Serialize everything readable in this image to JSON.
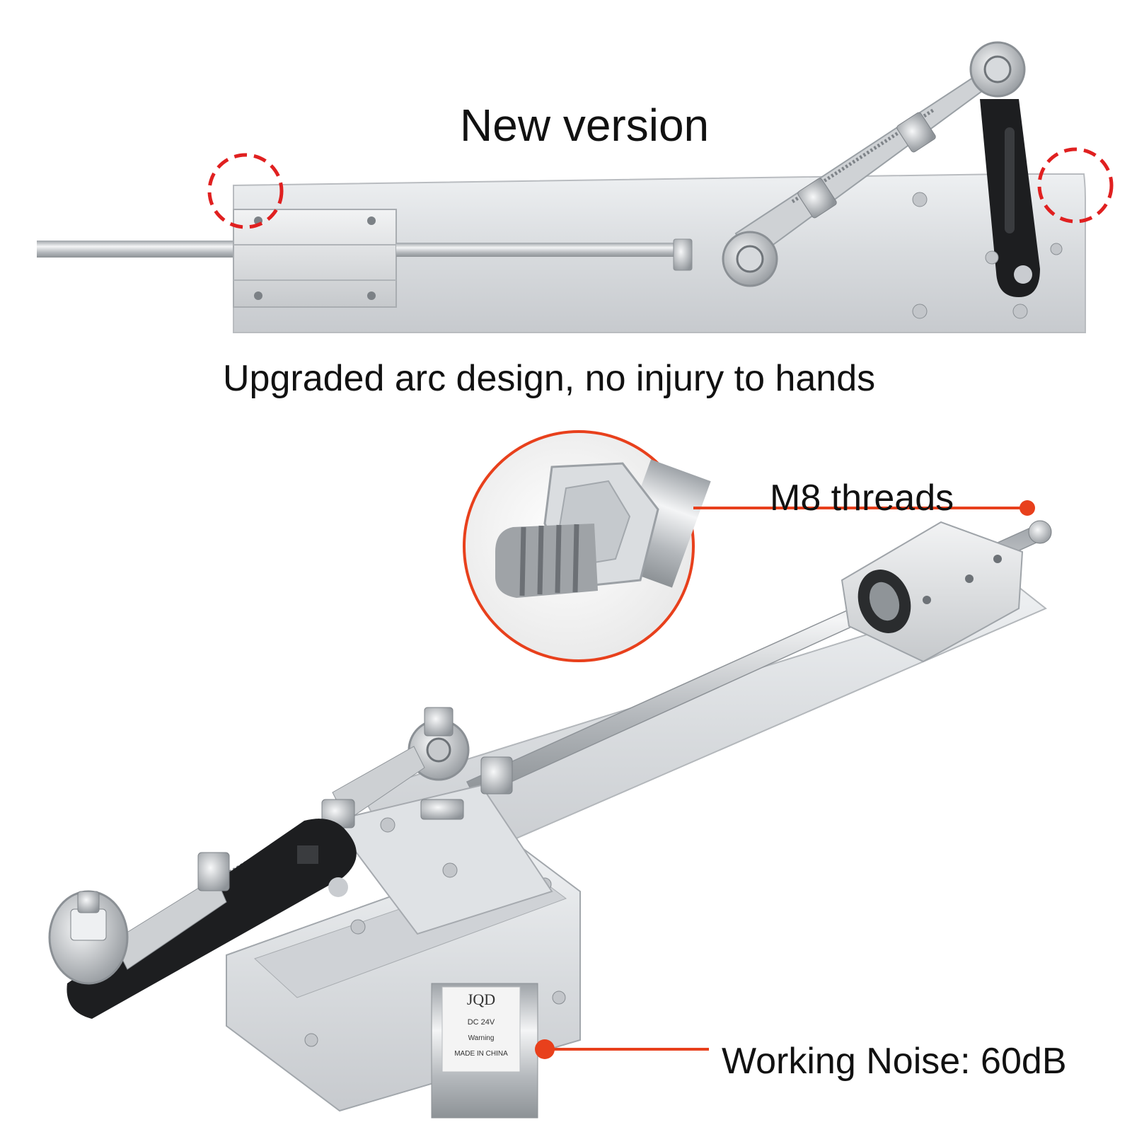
{
  "top_panel": {
    "title": "New version",
    "caption": "Upgraded arc design, no injury to hands",
    "highlight_color": "#e02020"
  },
  "bottom_panel": {
    "callouts": [
      {
        "text": "M8 threads",
        "icon": "thread-zoom-circle"
      },
      {
        "text": "Working Noise: 60dB",
        "icon": "motor-pointer-dot"
      }
    ],
    "motor_label": "JQD",
    "motor_text": [
      "DC 24V",
      "Warning",
      "MADE IN CHINA"
    ],
    "callout_color": "#e8401c"
  }
}
